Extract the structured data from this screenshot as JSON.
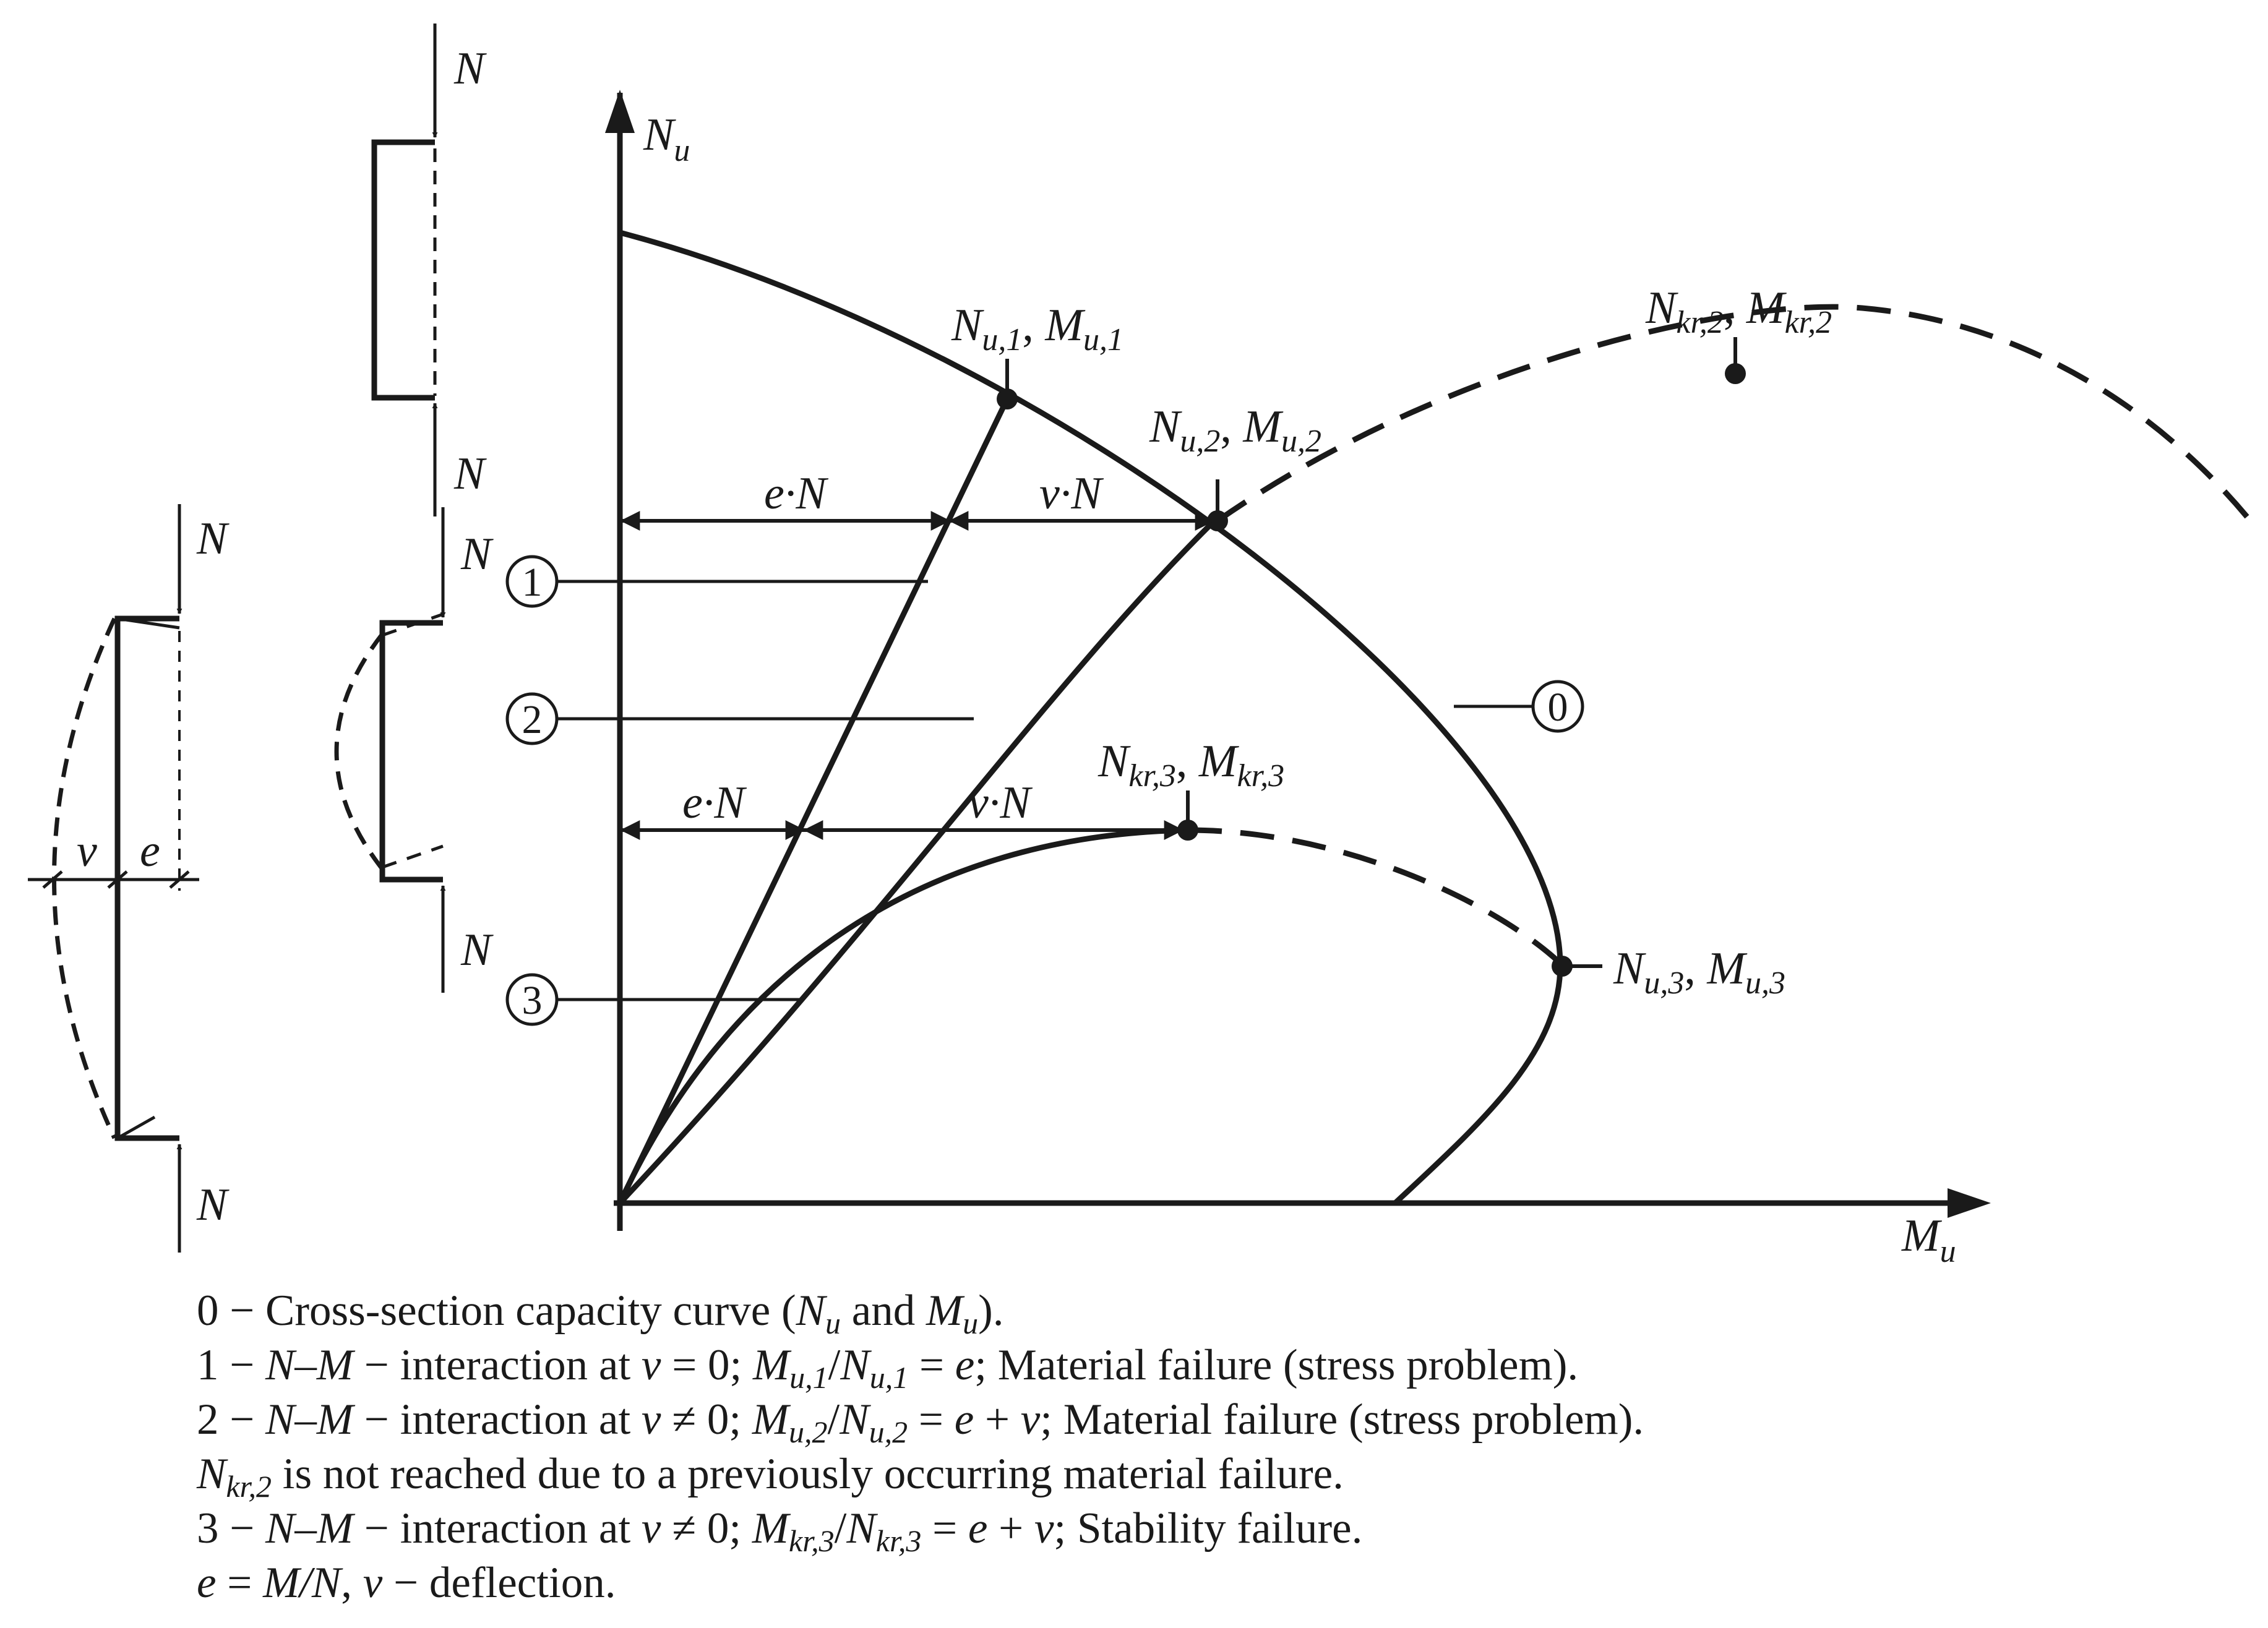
{
  "axes": {
    "y_label": "N",
    "y_sub": "u",
    "x_label": "M",
    "x_sub": "u"
  },
  "load": {
    "N": "N"
  },
  "points": {
    "p1": {
      "a": "N",
      "as": "u,1",
      "sep": ", ",
      "b": "M",
      "bs": "u,1"
    },
    "p2": {
      "a": "N",
      "as": "u,2",
      "sep": ", ",
      "b": "M",
      "bs": "u,2"
    },
    "pk2": {
      "a": "N",
      "as": "kr,2",
      "sep": ", ",
      "b": "M",
      "bs": "kr,2"
    },
    "pk3": {
      "a": "N",
      "as": "kr,3",
      "sep": ", ",
      "b": "M",
      "bs": "kr,3"
    },
    "p3": {
      "a": "N",
      "as": "u,3",
      "sep": ", ",
      "b": "M",
      "bs": "u,3"
    }
  },
  "dims": {
    "eN": "e·N",
    "vN": "v·N",
    "v": "v",
    "e": "e"
  },
  "curve_labels": {
    "c0": "0",
    "c1": "1",
    "c2": "2",
    "c3": "3"
  },
  "legend": {
    "l0": {
      "t1": "0 − Cross-section capacity curve (",
      "n": "N",
      "ns": "u",
      "t2": " and ",
      "m": "M",
      "ms": "u",
      "t3": ")."
    },
    "l1": {
      "t1": "1 − ",
      "nm": "N–M",
      "t2": " − interaction at ",
      "v": "v",
      "t3": " = 0; ",
      "m": "M",
      "ms": "u,1",
      "t4": "/",
      "n": "N",
      "ns": "u,1",
      "t5": " = ",
      "e": "e",
      "t6": "; Material failure (stress problem)."
    },
    "l2": {
      "t1": "2 − ",
      "nm": "N–M",
      "t2": " − interaction at ",
      "v": "v",
      "t3": " ≠ 0; ",
      "m": "M",
      "ms": "u,2",
      "t4": "/",
      "n": "N",
      "ns": "u,2",
      "t5": " = ",
      "e": "e",
      "t6": " + ",
      "v2": "v",
      "t7": "; Material failure (stress problem)."
    },
    "l2b": {
      "n": "N",
      "ns": "kr,2",
      "t1": " is not reached due to a previously occurring material failure."
    },
    "l3": {
      "t1": "3 − ",
      "nm": "N–M",
      "t2": " − interaction at ",
      "v": "v",
      "t3": " ≠ 0; ",
      "m": "M",
      "ms": "kr,3",
      "t4": "/",
      "n": "N",
      "ns": "kr,3",
      "t5": " = ",
      "e": "e",
      "t6": " + ",
      "v2": "v",
      "t7": "; Stability failure."
    },
    "l4": {
      "e": "e",
      "t1": " = ",
      "mn": "M/N",
      "t2": ", ",
      "v": "v",
      "t3": " − deflection."
    }
  }
}
